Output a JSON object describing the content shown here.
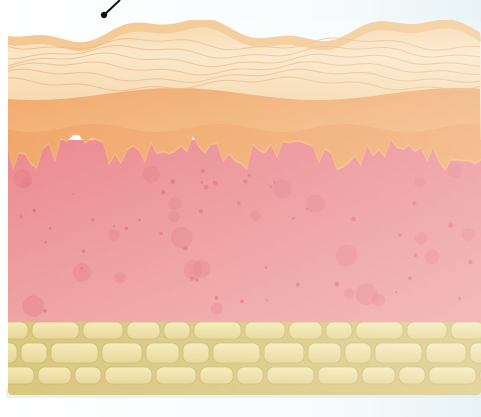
{
  "diagram": {
    "kind": "skin cross-section illustration",
    "text_labels": [],
    "layers": [
      {
        "id": "stratum-corneum",
        "colors": [
          "#f7ddb0",
          "#f2c895",
          "#fbe6c4"
        ]
      },
      {
        "id": "epidermis-basal",
        "colors": [
          "#f4b27a",
          "#ee9a5d"
        ]
      },
      {
        "id": "dermis",
        "colors": [
          "#e8868a",
          "#f09c9c"
        ]
      },
      {
        "id": "subcutaneous-fat",
        "colors": [
          "#f2e4a6",
          "#d8c782"
        ]
      }
    ],
    "pointer_line": {
      "visible": true,
      "color": "#111111"
    },
    "background": "#ffffff"
  }
}
